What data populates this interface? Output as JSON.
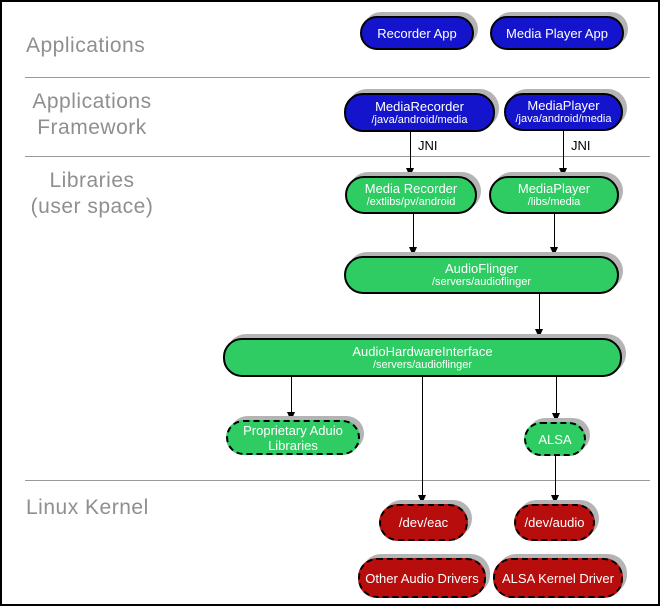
{
  "diagram": {
    "sections": {
      "applications": "Applications",
      "framework": "Applications\nFramework",
      "libraries": "Libraries\n(user space)",
      "kernel": "Linux Kernel"
    },
    "jni_label": "JNI",
    "nodes": {
      "recorder_app": {
        "title": "Recorder App"
      },
      "media_player_app": {
        "title": "Media Player App"
      },
      "media_recorder_fw": {
        "title": "MediaRecorder",
        "subtitle": "/java/android/media"
      },
      "media_player_fw": {
        "title": "MediaPlayer",
        "subtitle": "/java/android/media"
      },
      "media_recorder_lib": {
        "title": "Media Recorder",
        "subtitle": "/extlibs/pv/android"
      },
      "media_player_lib": {
        "title": "MediaPlayer",
        "subtitle": "/libs/media"
      },
      "audioflinger": {
        "title": "AudioFlinger",
        "subtitle": "/servers/audioflinger"
      },
      "audio_hardware_interface": {
        "title": "AudioHardwareInterface",
        "subtitle": "/servers/audioflinger"
      },
      "proprietary_audio_libraries": {
        "title": "Proprietary Aduio\nLibraries"
      },
      "alsa": {
        "title": "ALSA"
      },
      "dev_eac": {
        "title": "/dev/eac"
      },
      "dev_audio": {
        "title": "/dev/audio"
      },
      "other_audio_drivers": {
        "title": "Other Audio Drivers"
      },
      "alsa_kernel_driver": {
        "title": "ALSA Kernel Driver"
      }
    },
    "colors": {
      "app_blue": "#1414cc",
      "userspace_green": "#2ecc63",
      "kernel_red": "#b80d0d",
      "shadow_gray": "#b4b4b4",
      "label_gray": "#8f8f8f",
      "divider_gray": "#9a9a9a"
    }
  }
}
